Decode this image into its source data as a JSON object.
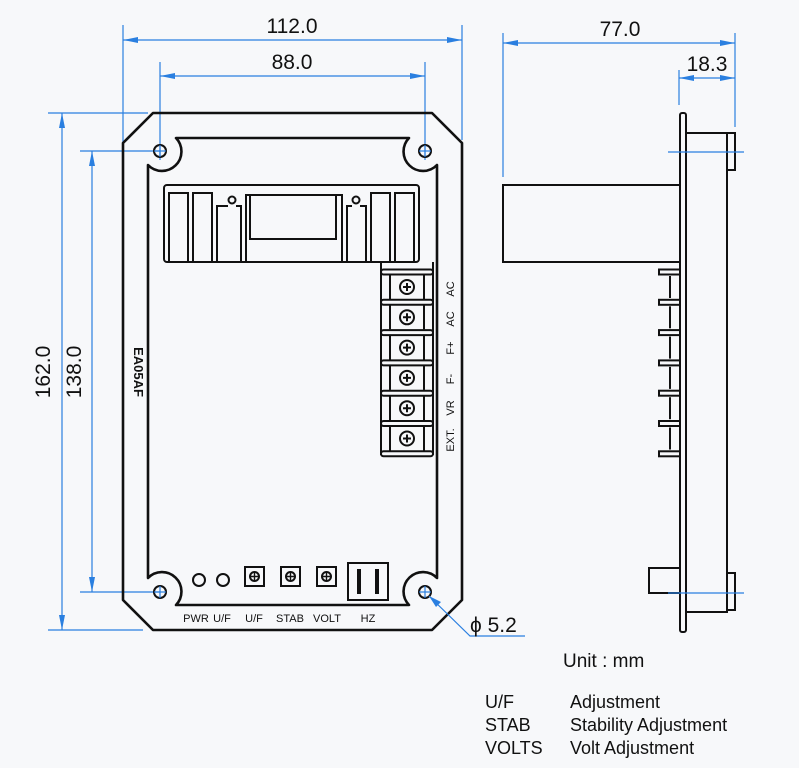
{
  "dimensions": {
    "overall_width": "112.0",
    "hole_spacing_width": "88.0",
    "overall_height": "162.0",
    "hole_spacing_height": "138.0",
    "depth": "77.0",
    "rear_depth": "18.3",
    "hole_diameter": "ϕ 5.2"
  },
  "board": {
    "model": "EA05AF",
    "terminal_labels": [
      "AC",
      "AC",
      "F+",
      "F-",
      "VR",
      "EXT."
    ],
    "bottom_labels": [
      "PWR",
      "U/F",
      "U/F",
      "STAB",
      "VOLT",
      "HZ"
    ]
  },
  "unit": "Unit : mm",
  "legend": [
    {
      "abbr": "U/F",
      "desc": "Adjustment"
    },
    {
      "abbr": "STAB",
      "desc": "Stability Adjustment"
    },
    {
      "abbr": "VOLTS",
      "desc": "Volt Adjustment"
    }
  ],
  "colors": {
    "dimension": "#2a7fe0",
    "outline": "#111111"
  }
}
